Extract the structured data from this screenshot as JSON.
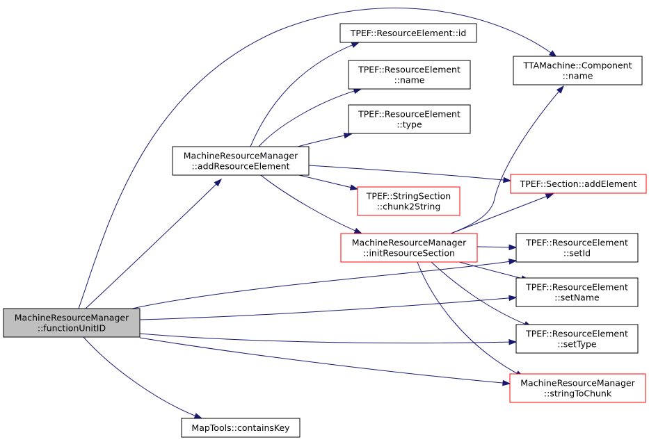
{
  "colors": {
    "edge": "#191970",
    "focus_fill": "#bfbfbf",
    "red_border": "#ff0000",
    "black_border": "#000000"
  },
  "nodes": {
    "functionUnitID": {
      "lines": [
        "MachineResourceManager",
        "::functionUnitID"
      ],
      "style": "focus"
    },
    "addResourceElement": {
      "lines": [
        "MachineResourceManager",
        "::addResourceElement"
      ],
      "style": "black"
    },
    "re_id": {
      "lines": [
        "TPEF::ResourceElement::id"
      ],
      "style": "black"
    },
    "re_name": {
      "lines": [
        "TPEF::ResourceElement",
        "::name"
      ],
      "style": "black"
    },
    "re_type": {
      "lines": [
        "TPEF::ResourceElement",
        "::type"
      ],
      "style": "black"
    },
    "chunk2String": {
      "lines": [
        "TPEF::StringSection",
        "::chunk2String"
      ],
      "style": "red"
    },
    "initResourceSection": {
      "lines": [
        "MachineResourceManager",
        "::initResourceSection"
      ],
      "style": "red"
    },
    "comp_name": {
      "lines": [
        "TTAMachine::Component",
        "::name"
      ],
      "style": "black"
    },
    "addElement": {
      "lines": [
        "TPEF::Section::addElement"
      ],
      "style": "red"
    },
    "setId": {
      "lines": [
        "TPEF::ResourceElement",
        "::setId"
      ],
      "style": "black"
    },
    "setName": {
      "lines": [
        "TPEF::ResourceElement",
        "::setName"
      ],
      "style": "black"
    },
    "setType": {
      "lines": [
        "TPEF::ResourceElement",
        "::setType"
      ],
      "style": "black"
    },
    "stringToChunk": {
      "lines": [
        "MachineResourceManager",
        "::stringToChunk"
      ],
      "style": "red"
    },
    "containsKey": {
      "lines": [
        "MapTools::containsKey"
      ],
      "style": "black"
    }
  },
  "edges": [
    [
      "functionUnitID",
      "addResourceElement"
    ],
    [
      "functionUnitID",
      "comp_name"
    ],
    [
      "functionUnitID",
      "setId"
    ],
    [
      "functionUnitID",
      "setName"
    ],
    [
      "functionUnitID",
      "setType"
    ],
    [
      "functionUnitID",
      "stringToChunk"
    ],
    [
      "functionUnitID",
      "containsKey"
    ],
    [
      "addResourceElement",
      "re_id"
    ],
    [
      "addResourceElement",
      "re_name"
    ],
    [
      "addResourceElement",
      "re_type"
    ],
    [
      "addResourceElement",
      "addElement"
    ],
    [
      "addResourceElement",
      "chunk2String"
    ],
    [
      "addResourceElement",
      "initResourceSection"
    ],
    [
      "initResourceSection",
      "comp_name"
    ],
    [
      "initResourceSection",
      "addElement"
    ],
    [
      "initResourceSection",
      "setId"
    ],
    [
      "initResourceSection",
      "setName"
    ],
    [
      "initResourceSection",
      "setType"
    ],
    [
      "initResourceSection",
      "stringToChunk"
    ]
  ]
}
